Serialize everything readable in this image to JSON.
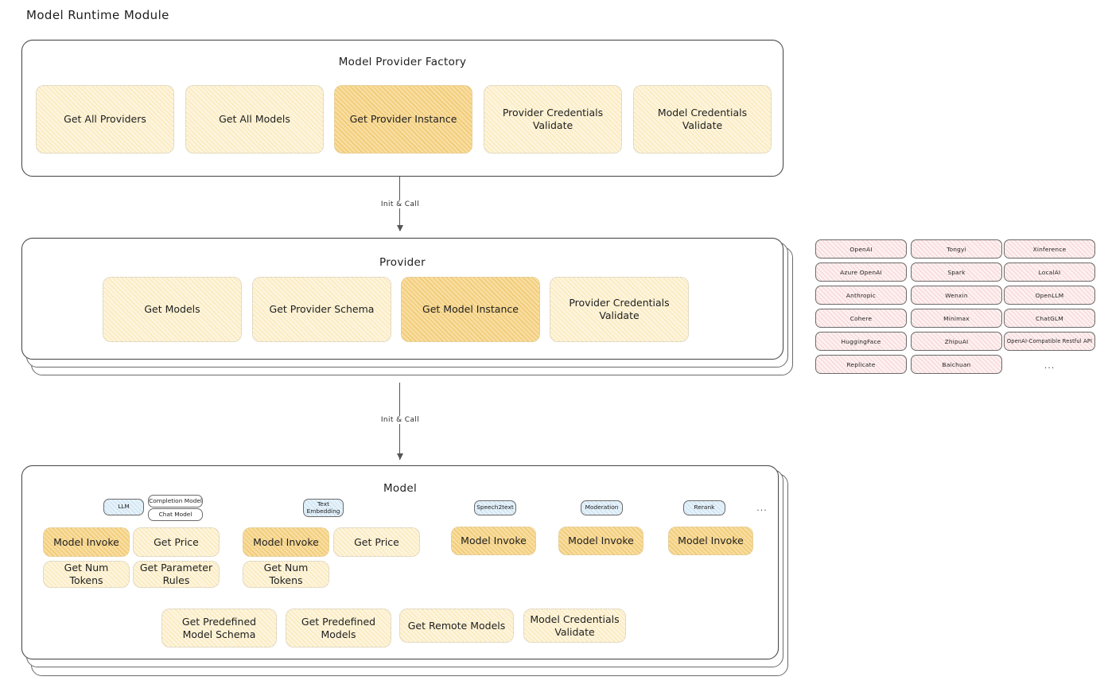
{
  "page": {
    "title": "Model Runtime Module"
  },
  "factory": {
    "title": "Model Provider Factory",
    "items": [
      {
        "label": "Get All Providers",
        "highlighted": false
      },
      {
        "label": "Get All Models",
        "highlighted": false
      },
      {
        "label": "Get Provider Instance",
        "highlighted": true
      },
      {
        "label": "Provider Credentials Validate",
        "highlighted": false
      },
      {
        "label": "Model Credentials Validate",
        "highlighted": false
      }
    ]
  },
  "arrows": [
    {
      "label": "Init & Call"
    },
    {
      "label": "Init & Call"
    }
  ],
  "provider": {
    "title": "Provider",
    "items": [
      {
        "label": "Get Models",
        "highlighted": false
      },
      {
        "label": "Get Provider Schema",
        "highlighted": false
      },
      {
        "label": "Get Model Instance",
        "highlighted": true
      },
      {
        "label": "Provider Credentials Validate",
        "highlighted": false
      }
    ]
  },
  "provider_list": {
    "columns": [
      [
        "OpenAI",
        "Azure OpenAI",
        "Anthropic",
        "Cohere",
        "HuggingFace",
        "Replicate"
      ],
      [
        "Tongyi",
        "Spark",
        "Wenxin",
        "Minimax",
        "ZhipuAI",
        "Baichuan"
      ],
      [
        "Xinference",
        "LocalAI",
        "OpenLLM",
        "ChatGLM",
        "OpenAI-Compatible Restful API"
      ]
    ],
    "more": "..."
  },
  "model": {
    "title": "Model",
    "more": "...",
    "types": [
      {
        "name": "LLM",
        "sub": [
          "Completion Model",
          "Chat Model"
        ],
        "capabilities": [
          {
            "label": "Model Invoke",
            "highlighted": true
          },
          {
            "label": "Get Price",
            "highlighted": false
          },
          {
            "label": "Get Num Tokens",
            "highlighted": false
          },
          {
            "label": "Get Parameter Rules",
            "highlighted": false
          }
        ]
      },
      {
        "name": "Text Embedding",
        "sub": [],
        "capabilities": [
          {
            "label": "Model Invoke",
            "highlighted": true
          },
          {
            "label": "Get Price",
            "highlighted": false
          },
          {
            "label": "Get Num Tokens",
            "highlighted": false
          }
        ]
      },
      {
        "name": "Speech2text",
        "sub": [],
        "capabilities": [
          {
            "label": "Model Invoke",
            "highlighted": true
          }
        ]
      },
      {
        "name": "Moderation",
        "sub": [],
        "capabilities": [
          {
            "label": "Model Invoke",
            "highlighted": true
          }
        ]
      },
      {
        "name": "Rerank",
        "sub": [],
        "capabilities": [
          {
            "label": "Model Invoke",
            "highlighted": true
          }
        ]
      }
    ],
    "shared": [
      "Get Predefined Model Schema",
      "Get Predefined Models",
      "Get Remote Models",
      "Model Credentials Validate"
    ]
  },
  "colors": {
    "hatch_light": "#fdf4dd",
    "hatch_strong": "#f8dda0",
    "pill_pink": "#fdf0f0",
    "badge_blue": "#e6f2fa",
    "stroke": "#4f4f4f",
    "text": "#1e1e1e"
  }
}
